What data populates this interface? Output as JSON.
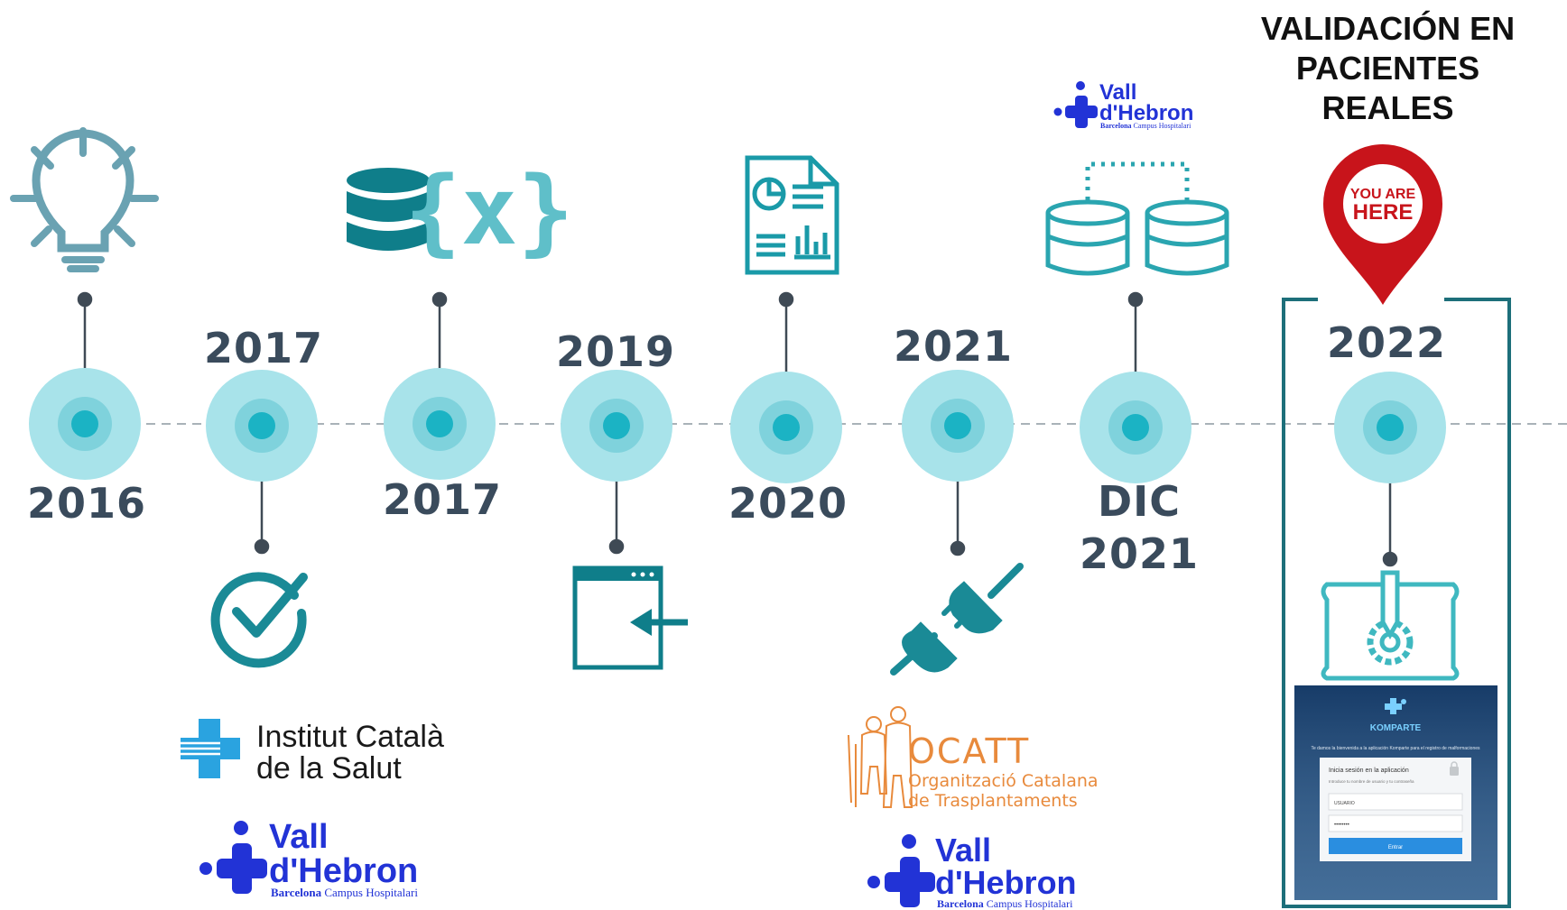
{
  "colors": {
    "teal": "#1a9aa8",
    "teal_dark": "#0f7e8a",
    "halo_outer": "#a8e3ea",
    "halo_mid": "#7fd2dc",
    "halo_core": "#1bb3c4",
    "stem": "#3f4a55",
    "year_text": "#3a4b5c",
    "vall_blue": "#2233d6",
    "ics_blue": "#2aa3e0",
    "ocatt_orange": "#e88a3c",
    "pin_red": "#d2141c",
    "frame": "#1d6f7a"
  },
  "title": {
    "lines": [
      "VALIDACIÓN EN",
      "PACIENTES",
      "REALES"
    ]
  },
  "milestones": [
    {
      "id": "m1",
      "year": "2016",
      "icon": "lightbulb-icon"
    },
    {
      "id": "m2",
      "year": "2017",
      "icon": "checkmark-circle-icon"
    },
    {
      "id": "m3",
      "year": "2017",
      "icon": "database-variable-icon"
    },
    {
      "id": "m4",
      "year": "2019",
      "icon": "window-import-icon"
    },
    {
      "id": "m5",
      "year": "2020",
      "icon": "report-document-icon"
    },
    {
      "id": "m6",
      "year": "2021",
      "icon": "plug-connect-icon"
    },
    {
      "id": "m7",
      "year_lines": [
        "DIC",
        "2021"
      ],
      "icon": "database-link-icon"
    },
    {
      "id": "m8",
      "year": "2022",
      "icon": "blueprint-design-icon"
    }
  ],
  "logos": {
    "ics": {
      "line1": "Institut Català",
      "line2": "de la Salut"
    },
    "vall": {
      "line1": "Vall",
      "line2": "d'Hebron",
      "sub_bold": "Barcelona",
      "sub": "Campus Hospitalari"
    },
    "ocatt": {
      "name": "OCATT",
      "line1": "Organització Catalana",
      "line2": "de Trasplantaments"
    }
  },
  "pin": {
    "line1": "YOU ARE",
    "line2": "HERE"
  },
  "app": {
    "brand": "KOMPARTE",
    "welcome": "Te damos la bienvenida a la aplicación Komparte para el registro de malformaciones",
    "login_title": "Inicia sesión en la aplicación",
    "login_hint": "Introduce tu nombre de usuario y tu contraseña",
    "user_value": "USUARIO",
    "password_value": "••••••••",
    "button": "Entrar"
  }
}
